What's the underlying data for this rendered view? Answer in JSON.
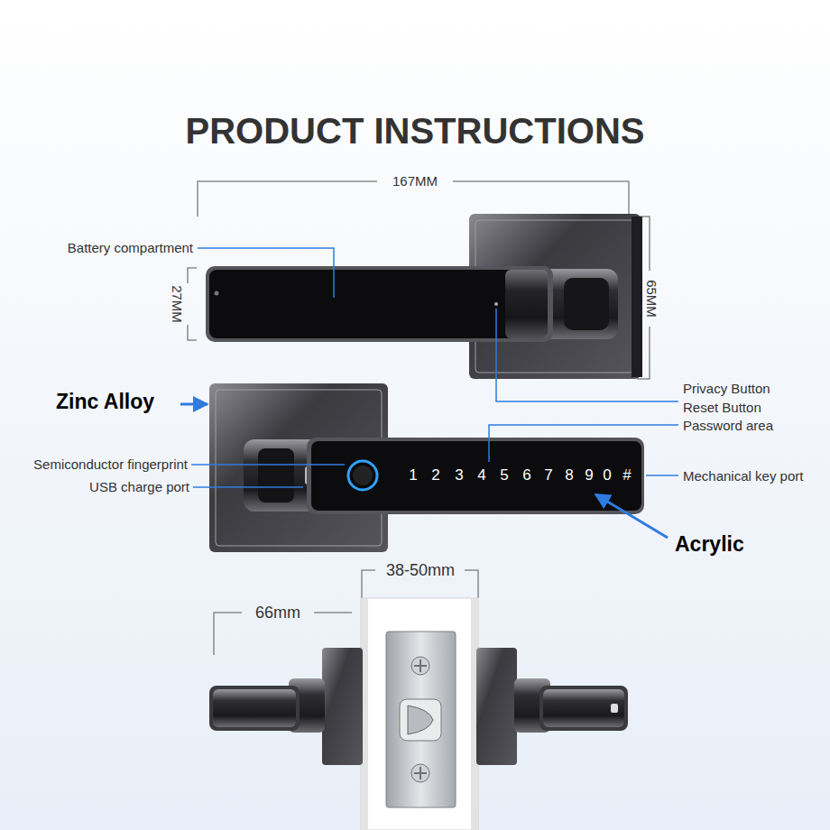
{
  "diagram": {
    "title": "PRODUCT INSTRUCTIONS",
    "labels": [
      "167MM",
      "27MM",
      "65MM",
      "Battery compartment",
      "Zinc Alloy",
      "Privacy Button",
      "Reset Button",
      "Password area",
      "Semiconductor fingerprint",
      "USB charge port",
      "Mechanical key port",
      "Acrylic",
      "38-50mm",
      "66mm",
      "1",
      "2",
      "3",
      "4",
      "5",
      "6",
      "7",
      "8",
      "9",
      "0",
      "#"
    ]
  }
}
